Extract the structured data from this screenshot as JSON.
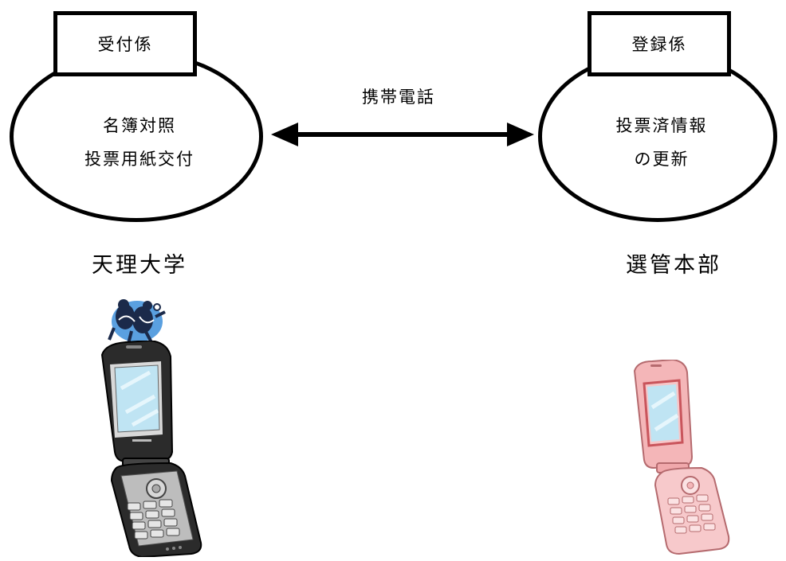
{
  "left_node": {
    "role": "受付係",
    "tasks": [
      "名簿対照",
      "投票用紙交付"
    ],
    "location": "天理大学"
  },
  "right_node": {
    "role": "登録係",
    "tasks": [
      "投票済情報",
      "の更新"
    ],
    "location": "選管本部"
  },
  "connection": {
    "label": "携帯電話",
    "style": "double-headed-arrow"
  },
  "icons": {
    "left_phone": "black-flip-phone-icon",
    "left_figures": "people-cluster-icon",
    "right_phone": "pink-flip-phone-icon"
  },
  "colors": {
    "line": "#000000",
    "phone_dark": "#2b2b2b",
    "phone_pink": "#f4b6b8",
    "screen": "#bfe4f3",
    "figures_blue": "#4a8fd8"
  }
}
